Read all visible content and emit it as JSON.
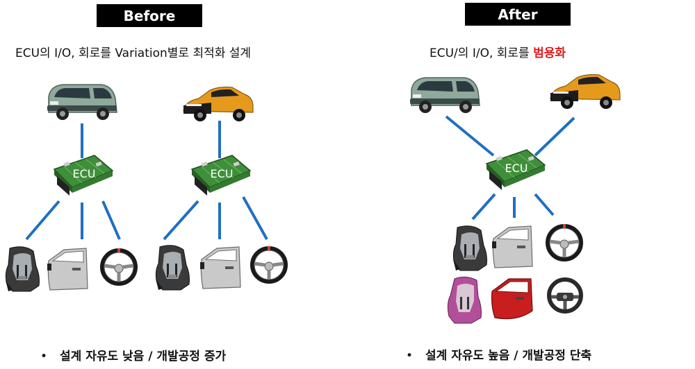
{
  "before": {
    "label": "Before",
    "subtitle": "ECU의 I/O, 회로를 Variation별로 최적화 설계",
    "ecu_label": "ECU",
    "bullet": "설계 자유도 낮음 / 개발공정 증가"
  },
  "after": {
    "label": "After",
    "subtitle_prefix": "ECU/의 I/O, 회로를 ",
    "subtitle_highlight": "범용화",
    "ecu_label": "ECU",
    "bullet": "설계 자유도 높음 / 개발공정 단축"
  },
  "bullet_symbol": "•",
  "colors": {
    "line": "#1f6fc1",
    "ecu_board": "#3f8f3a",
    "highlight": "#e21b1b",
    "car_green": "#8fa99a",
    "car_orange": "#e69a1c"
  },
  "icons": [
    "minivan-icon",
    "sedan-icon",
    "ecu-board-icon",
    "child-seat-icon",
    "car-door-icon",
    "steering-wheel-icon"
  ]
}
